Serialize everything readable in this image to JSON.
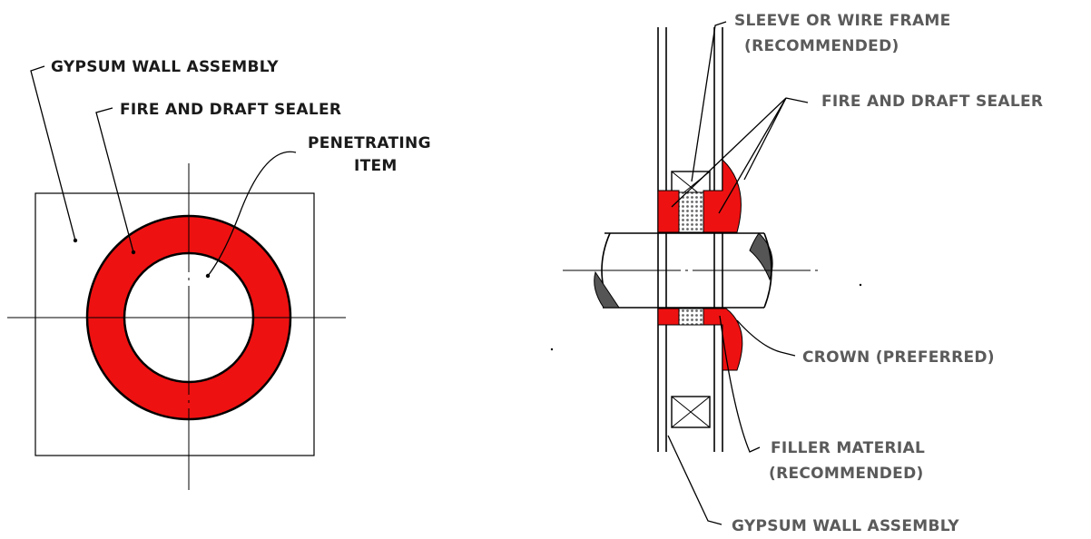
{
  "front_view": {
    "labels": {
      "wall": "GYPSUM WALL ASSEMBLY",
      "sealer": "FIRE AND DRAFT SEALER",
      "item_line1": "PENETRATING",
      "item_line2": "ITEM"
    }
  },
  "section_view": {
    "labels": {
      "sleeve_line1": "SLEEVE OR WIRE FRAME",
      "sleeve_line2": "(RECOMMENDED)",
      "sealer": "FIRE AND DRAFT SEALER",
      "crown": "CROWN (PREFERRED)",
      "filler_line1": "FILLER MATERIAL",
      "filler_line2": "(RECOMMENDED)",
      "wall": "GYPSUM WALL ASSEMBLY"
    }
  },
  "colors": {
    "sealer": "#ee1111",
    "pipe_end": "#555555",
    "line": "#000000",
    "label_dark": "#1a1a1a",
    "label_grey": "#5a5a5a"
  }
}
